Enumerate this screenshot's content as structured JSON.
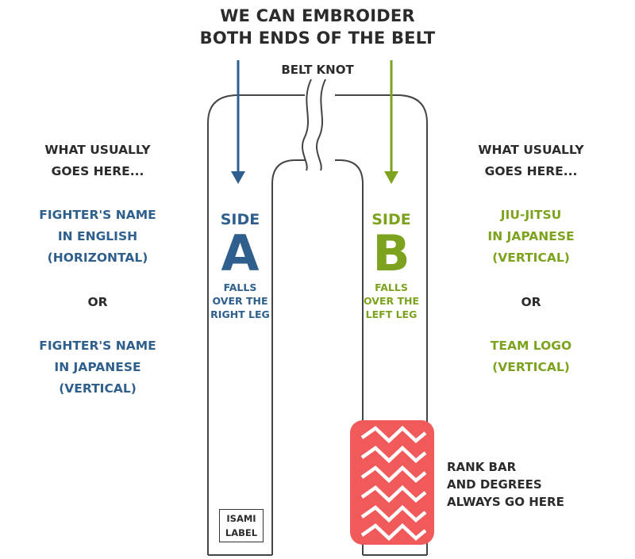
{
  "title": {
    "line1": "WE CAN EMBROIDER",
    "line2": "BOTH ENDS OF THE BELT"
  },
  "knot_label": "BELT KNOT",
  "left_column": {
    "heading": [
      "WHAT USUALLY",
      "GOES HERE..."
    ],
    "option1": [
      "FIGHTER'S NAME",
      "IN ENGLISH",
      "(HORIZONTAL)"
    ],
    "or": "OR",
    "option2": [
      "FIGHTER'S NAME",
      "IN JAPANESE",
      "(VERTICAL)"
    ]
  },
  "right_column": {
    "heading": [
      "WHAT USUALLY",
      "GOES HERE..."
    ],
    "option1": [
      "JIU-JITSU",
      "IN JAPANESE",
      "(VERTICAL)"
    ],
    "or": "OR",
    "option2": [
      "TEAM LOGO",
      "(VERTICAL)"
    ]
  },
  "side_a": {
    "word": "SIDE",
    "letter": "A",
    "note": [
      "FALLS",
      "OVER THE",
      "RIGHT LEG"
    ]
  },
  "side_b": {
    "word": "SIDE",
    "letter": "B",
    "note": [
      "FALLS",
      "OVER THE",
      "LEFT LEG"
    ]
  },
  "label_box": [
    "ISAMI",
    "LABEL"
  ],
  "rank_bar_label": [
    "RANK BAR",
    "AND DEGREES",
    "ALWAYS GO HERE"
  ],
  "colors": {
    "side_a": "#2f5f8c",
    "side_b": "#7da31e",
    "rank_bar": "#f05a5a",
    "text": "#2b2b2b",
    "outline": "#444444"
  }
}
